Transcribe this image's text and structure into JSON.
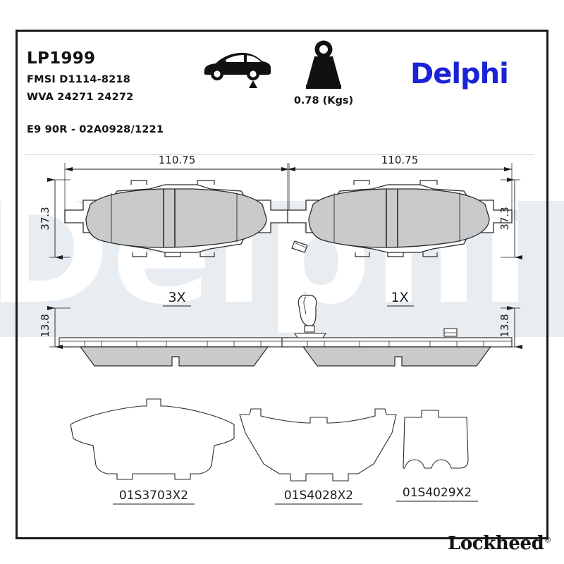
{
  "product": {
    "code": "LP1999",
    "fmsi": "FMSI D1114-8218",
    "wva": "WVA 24271 24272",
    "approval": "E9 90R - 02A0928/1221",
    "weight": "0.78 (Kgs)",
    "axle_icon": "car-rear-axle-icon",
    "weight_icon": "weight-kettlebell-icon"
  },
  "brand": {
    "primary": "Delphi",
    "primary_color": "#1a23d6",
    "secondary": "Lockheed",
    "secondary_mark": "®",
    "watermark": "Delphi"
  },
  "dimensions": {
    "length_left": "110.75",
    "length_right": "110.75",
    "height_left": "37.3",
    "height_right": "37.3",
    "thickness_left": "13.8",
    "thickness_right": "13.8"
  },
  "quantities": {
    "left_pad": "3X",
    "right_pad": "1X"
  },
  "accessories": [
    {
      "part": "01S3703X2",
      "shape": "shim-wide-wing"
    },
    {
      "part": "01S4028X2",
      "shape": "shim-tapered"
    },
    {
      "part": "01S4029X2",
      "shape": "shim-rectangular"
    }
  ],
  "colors": {
    "friction_fill": "#c8cacb",
    "plate_stroke": "#2b2b2b",
    "frame": "#1b1b1b",
    "watermark_band": "#e8edf2"
  }
}
